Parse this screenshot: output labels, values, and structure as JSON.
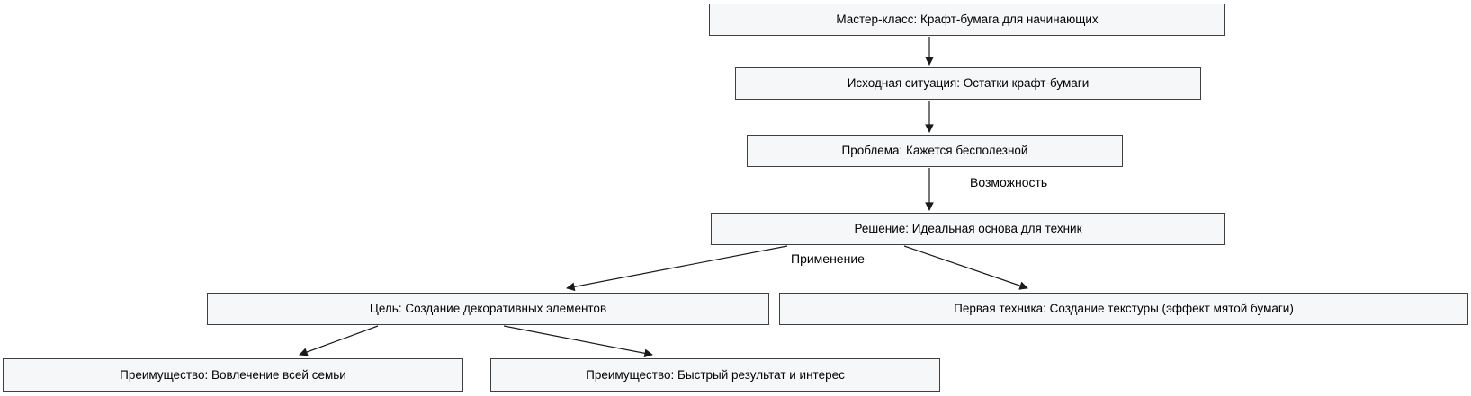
{
  "diagram": {
    "type": "flowchart",
    "background_color": "#ffffff",
    "node_fill_color": "#f6f7f9",
    "node_border_color": "#3f3f3f",
    "arrow_color": "#1a1a1a",
    "text_color": "#000000",
    "nodes": [
      {
        "id": "master_class",
        "label": "Мастер-класс: Крафт-бумага для начинающих"
      },
      {
        "id": "initial_situation",
        "label": "Исходная ситуация: Остатки крафт-бумаги"
      },
      {
        "id": "problem",
        "label": "Проблема: Кажется бесполезной"
      },
      {
        "id": "solution",
        "label": "Решение: Идеальная основа для техник"
      },
      {
        "id": "goal",
        "label": "Цель: Создание декоративных элементов"
      },
      {
        "id": "first_technique",
        "label": "Первая техника: Создание текстуры (эффект мятой бумаги)"
      },
      {
        "id": "benefit_family",
        "label": "Преимущество: Вовлечение всей семьи"
      },
      {
        "id": "benefit_quick",
        "label": "Преимущество: Быстрый результат и интерес"
      }
    ],
    "edges": [
      {
        "from": "master_class",
        "to": "initial_situation",
        "label": ""
      },
      {
        "from": "initial_situation",
        "to": "problem",
        "label": ""
      },
      {
        "from": "problem",
        "to": "solution",
        "label": "Возможность"
      },
      {
        "from": "solution",
        "to": "goal",
        "label": "Применение"
      },
      {
        "from": "solution",
        "to": "first_technique",
        "label": ""
      },
      {
        "from": "goal",
        "to": "benefit_family",
        "label": ""
      },
      {
        "from": "goal",
        "to": "benefit_quick",
        "label": ""
      }
    ]
  }
}
